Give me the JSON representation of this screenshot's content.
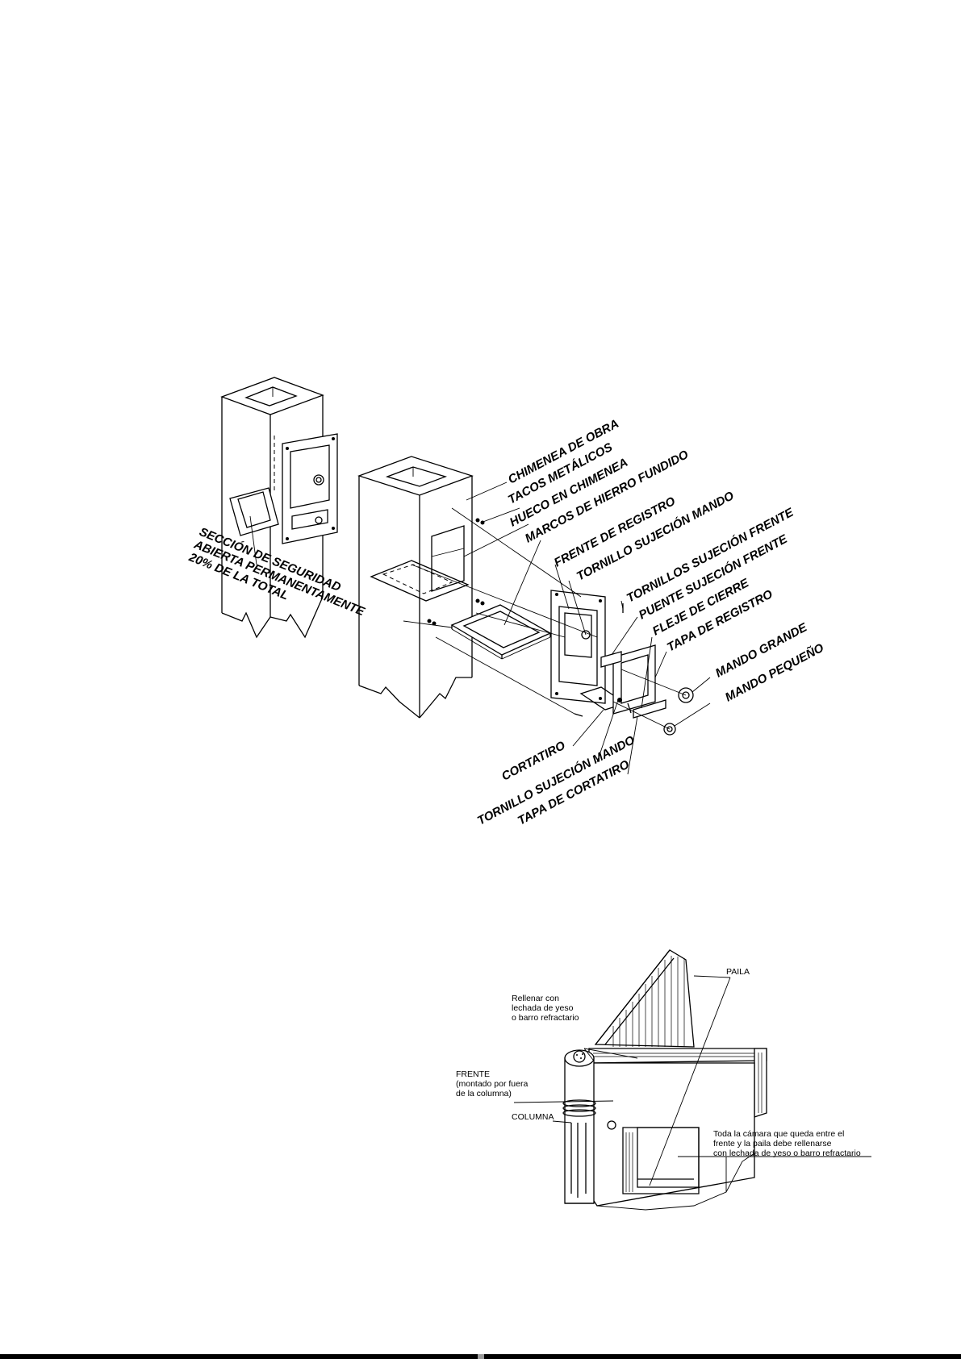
{
  "exploded_view": {
    "safety_label": [
      "SECCIÓN DE SEGURIDAD",
      "ABIERTA PERMANENTAMENTE",
      "20% DE LA TOTAL"
    ],
    "parts_upper": [
      "CHIMENEA DE OBRA",
      "TACOS METÁLICOS",
      "HUECO EN CHIMENEA",
      "MARCOS DE HIERRO FUNDIDO",
      "FRENTE DE REGISTRO",
      "TORNILLO SUJECIÓN MANDO",
      "TORNILLOS SUJECIÓN FRENTE",
      "PUENTE SUJECIÓN FRENTE",
      "FLEJE DE CIERRE",
      "TAPA DE REGISTRO",
      "MANDO GRANDE",
      "MANDO PEQUEÑO"
    ],
    "parts_lower": [
      "CORTATIRO",
      "TORNILLO SUJECIÓN MANDO",
      "TAPA DE CORTATIRO"
    ]
  },
  "section_view": {
    "paila": "PAILA",
    "fill_note": [
      "Rellenar con",
      "lechada de yeso",
      "o barro refractario"
    ],
    "frente_note": [
      "FRENTE",
      "(montado por fuera",
      "de la columna)"
    ],
    "columna": "COLUMNA",
    "chamber_note": [
      "Toda la cámara que queda entre el",
      "frente y la paila debe rellenarse",
      "con lechada de yeso o barro refractario"
    ]
  }
}
